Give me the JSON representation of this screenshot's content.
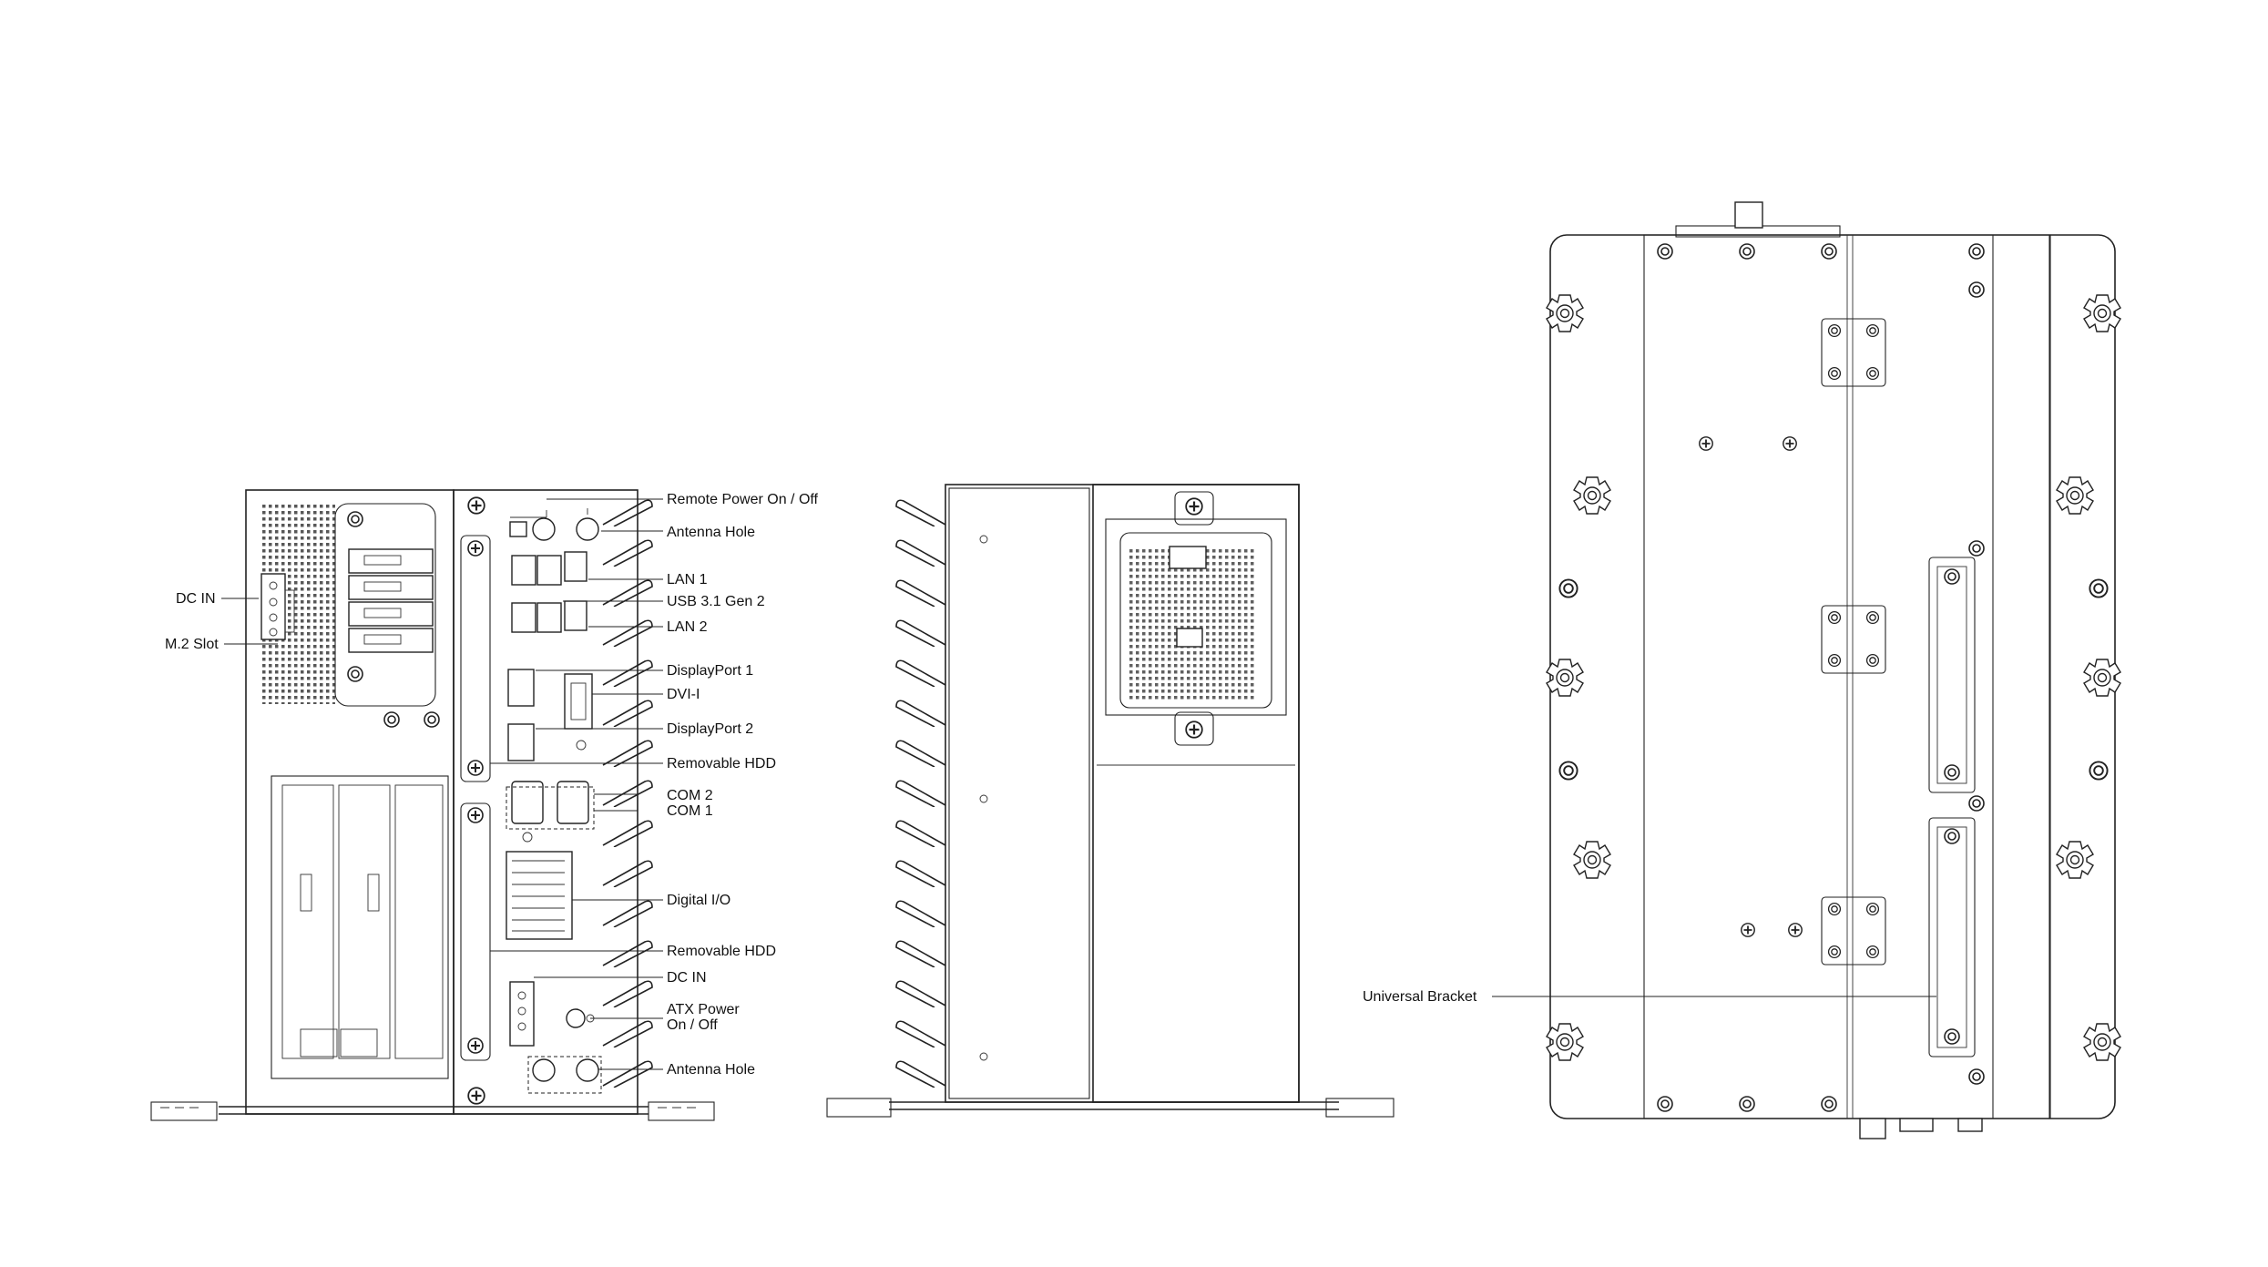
{
  "front_view": {
    "left_labels": {
      "dc_in": "DC IN",
      "m2_slot": "M.2 Slot"
    },
    "right_labels": {
      "remote_power": "Remote Power On / Off",
      "antenna_hole_top": "Antenna Hole",
      "lan1": "LAN 1",
      "usb": "USB 3.1 Gen 2",
      "lan2": "LAN 2",
      "displayport1": "DisplayPort 1",
      "dvi": "DVI-I",
      "displayport2": "DisplayPort 2",
      "removable_hdd_top": "Removable HDD",
      "com2": "COM 2",
      "com1": "COM 1",
      "digital_io": "Digital I/O",
      "removable_hdd_bottom": "Removable HDD",
      "dc_in": "DC IN",
      "atx_power_1": "ATX Power",
      "atx_power_2": "On / Off",
      "antenna_hole_bottom": "Antenna Hole"
    }
  },
  "top_view": {
    "labels": {
      "universal_bracket": "Universal Bracket"
    }
  }
}
